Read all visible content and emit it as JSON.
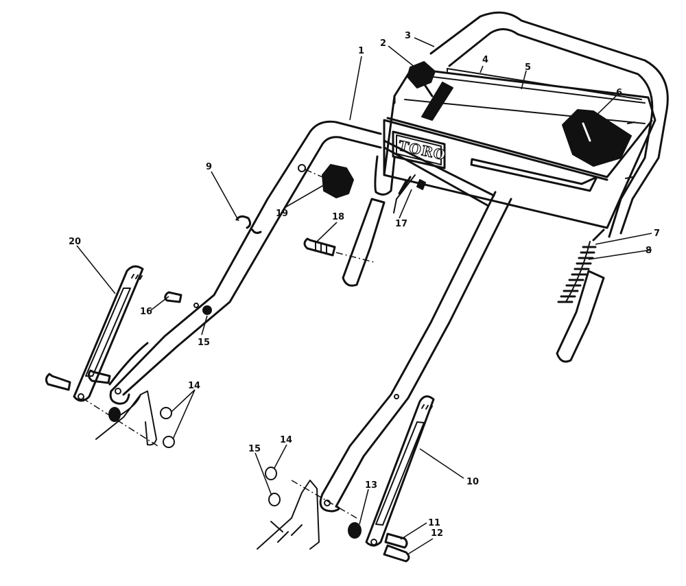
{
  "logo": {
    "text": "TORO"
  },
  "callouts": {
    "c1": "1",
    "c2": "2",
    "c3": "3",
    "c4": "4",
    "c5": "5",
    "c6": "6",
    "c7": "7",
    "c8": "8",
    "c9": "9",
    "c10": "10",
    "c11": "11",
    "c12": "12",
    "c13": "13",
    "c14a": "14",
    "c14b": "14",
    "c15a": "15",
    "c15b": "15",
    "c16": "16",
    "c17": "17",
    "c18": "18",
    "c19": "19",
    "c20": "20"
  }
}
